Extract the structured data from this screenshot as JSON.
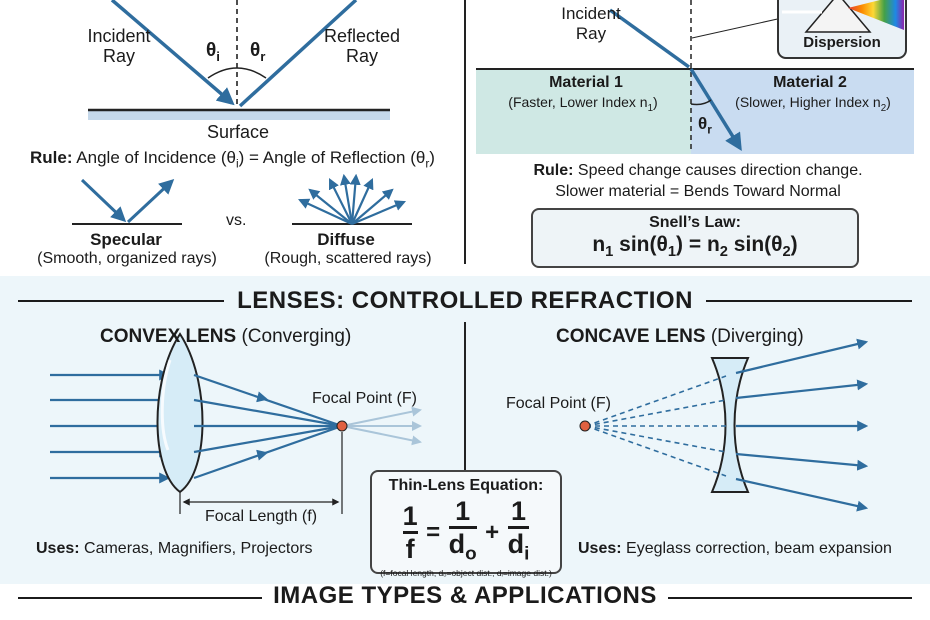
{
  "reflection": {
    "incident_label": [
      "Incident",
      "Ray"
    ],
    "reflected_label": [
      "Reflected",
      "Ray"
    ],
    "theta_i": "θ",
    "theta_i_sub": "i",
    "theta_r": "θ",
    "theta_r_sub": "r",
    "surface_label": "Surface",
    "rule_bold": "Rule:",
    "rule_text_a": "Angle of Incidence (θ",
    "rule_sub_i": "i",
    "rule_text_b": ") = Angle of Reflection (θ",
    "rule_sub_r": "r",
    "rule_text_c": ")",
    "specular_title": "Specular",
    "specular_desc": "(Smooth, organized rays)",
    "vs": "vs.",
    "diffuse_title": "Diffuse",
    "diffuse_desc": "(Rough, scattered rays)"
  },
  "refraction": {
    "incident_label": [
      "Incident",
      "Ray"
    ],
    "dispersion_label": "Dispersion",
    "material1_title": "Material 1",
    "material1_desc_a": "(Faster, Lower Index n",
    "material1_desc_sub": "1",
    "material1_desc_b": ")",
    "material2_title": "Material 2",
    "material2_desc_a": "(Slower, Higher Index n",
    "material2_desc_sub": "2",
    "material2_desc_b": ")",
    "theta_r": "θ",
    "theta_r_sub": "r",
    "rule_bold": "Rule:",
    "rule_text": "Speed change causes direction change.",
    "rule_line2": "Slower material = Bends Toward Normal",
    "snell_title": "Snell’s Law:",
    "snell_eq": [
      "n",
      "1",
      " sin(θ",
      "1",
      ") = n",
      "2",
      " sin(θ",
      "2",
      ")"
    ]
  },
  "lenses": {
    "section_title": "LENSES: CONTROLLED REFRACTION",
    "convex_title_bold": "CONVEX LENS",
    "convex_title_rest": " (Converging)",
    "convex_focal": "Focal Point (F)",
    "convex_focal_length": "Focal Length (f)",
    "convex_uses_bold": "Uses:",
    "convex_uses": " Cameras, Magnifiers, Projectors",
    "concave_title_bold": "CONCAVE LENS",
    "concave_title_rest": " (Diverging)",
    "concave_focal": "Focal Point (F)",
    "concave_uses_bold": "Uses:",
    "concave_uses": " Eyeglass correction, beam expansion",
    "thin_lens_title": "Thin-Lens Equation:",
    "eq_lhs_num": "1",
    "eq_lhs_den": "f",
    "eq_eq": "=",
    "eq_t1_num": "1",
    "eq_t1_den": "d",
    "eq_t1_sub": "o",
    "eq_plus": "+",
    "eq_t2_num": "1",
    "eq_t2_den": "d",
    "eq_t2_sub": "i",
    "eq_note": "(f=focal length, dₒ=object dist., dᵢ=image dist.)"
  },
  "images": {
    "section_title": "IMAGE TYPES & APPLICATIONS"
  },
  "colors": {
    "ray": "#2f6d9e",
    "surface": "#222222",
    "material1": "#cfe8e4",
    "material2": "#c9dcf1",
    "lens": "#d6ecf7",
    "focal": "#e06040"
  }
}
